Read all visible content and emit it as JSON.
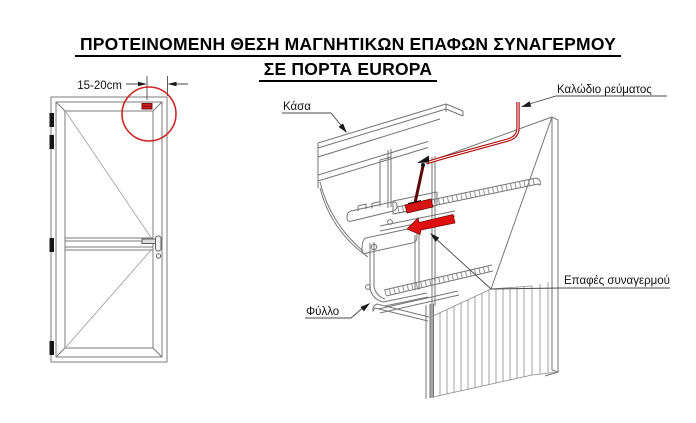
{
  "title": {
    "line1": "ΠΡΟΤΕΙΝΟΜΕΝΗ ΘΕΣΗ ΜΑΓΝΗΤΙΚΩΝ ΕΠΑΦΩΝ ΣΥΝΑΓΕΡΜΟΥ",
    "line2": "ΣΕ ΠΟΡΤΑ EUROPA"
  },
  "door_elevation": {
    "dimension_label": "15-20cm",
    "highlight": "recommended magnetic contact position at top of door, 15-20cm from lock-side edge"
  },
  "section_view": {
    "labels": {
      "frame": "Κάσα",
      "power_cable": "Καλώδιο ρεύματος",
      "alarm_contacts": "Επαφές συναγερμού",
      "leaf": "Φύλλο"
    }
  },
  "colors": {
    "cable_red": "#b11212",
    "contact_red": "#e00f0f",
    "dark_cable_red": "#5a0707",
    "highlight_circle_red": "#cc2626",
    "drawing_line_gray": "#757575",
    "text_black": "#000000",
    "background": "#ffffff"
  }
}
